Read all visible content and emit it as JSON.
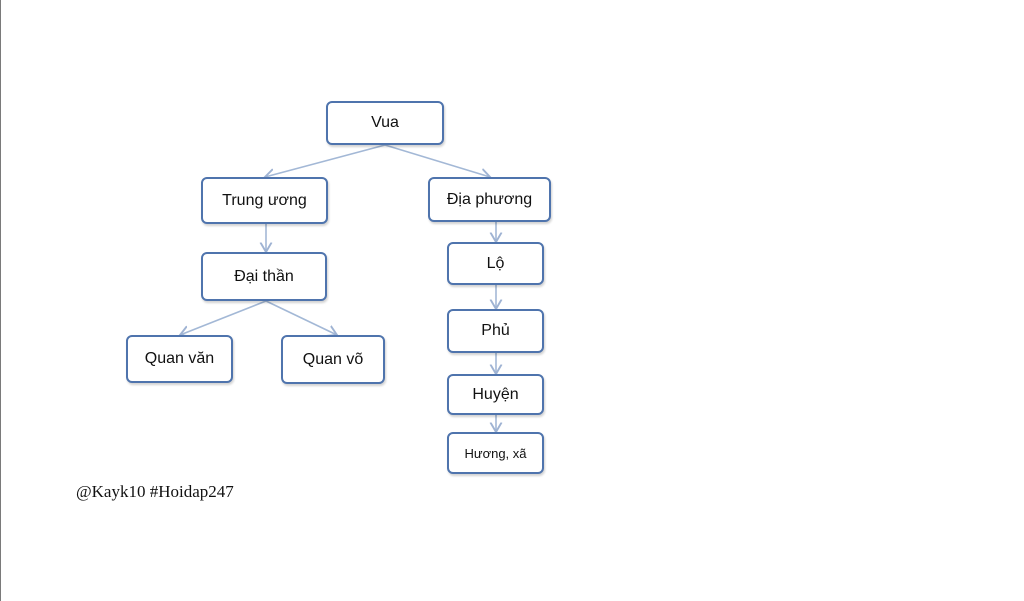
{
  "diagram": {
    "root": "Vua",
    "central": {
      "label": "Trung ương",
      "minister": "Đại thần",
      "civil": "Quan văn",
      "military": "Quan võ"
    },
    "local": {
      "label": "Địa phương",
      "levels": [
        "Lộ",
        "Phủ",
        "Huyện",
        "Hương, xã"
      ]
    }
  },
  "watermark": "@Kayk10 #Hoidap247",
  "colors": {
    "box_border": "#4f74ad",
    "connector": "#a3b8d6"
  }
}
